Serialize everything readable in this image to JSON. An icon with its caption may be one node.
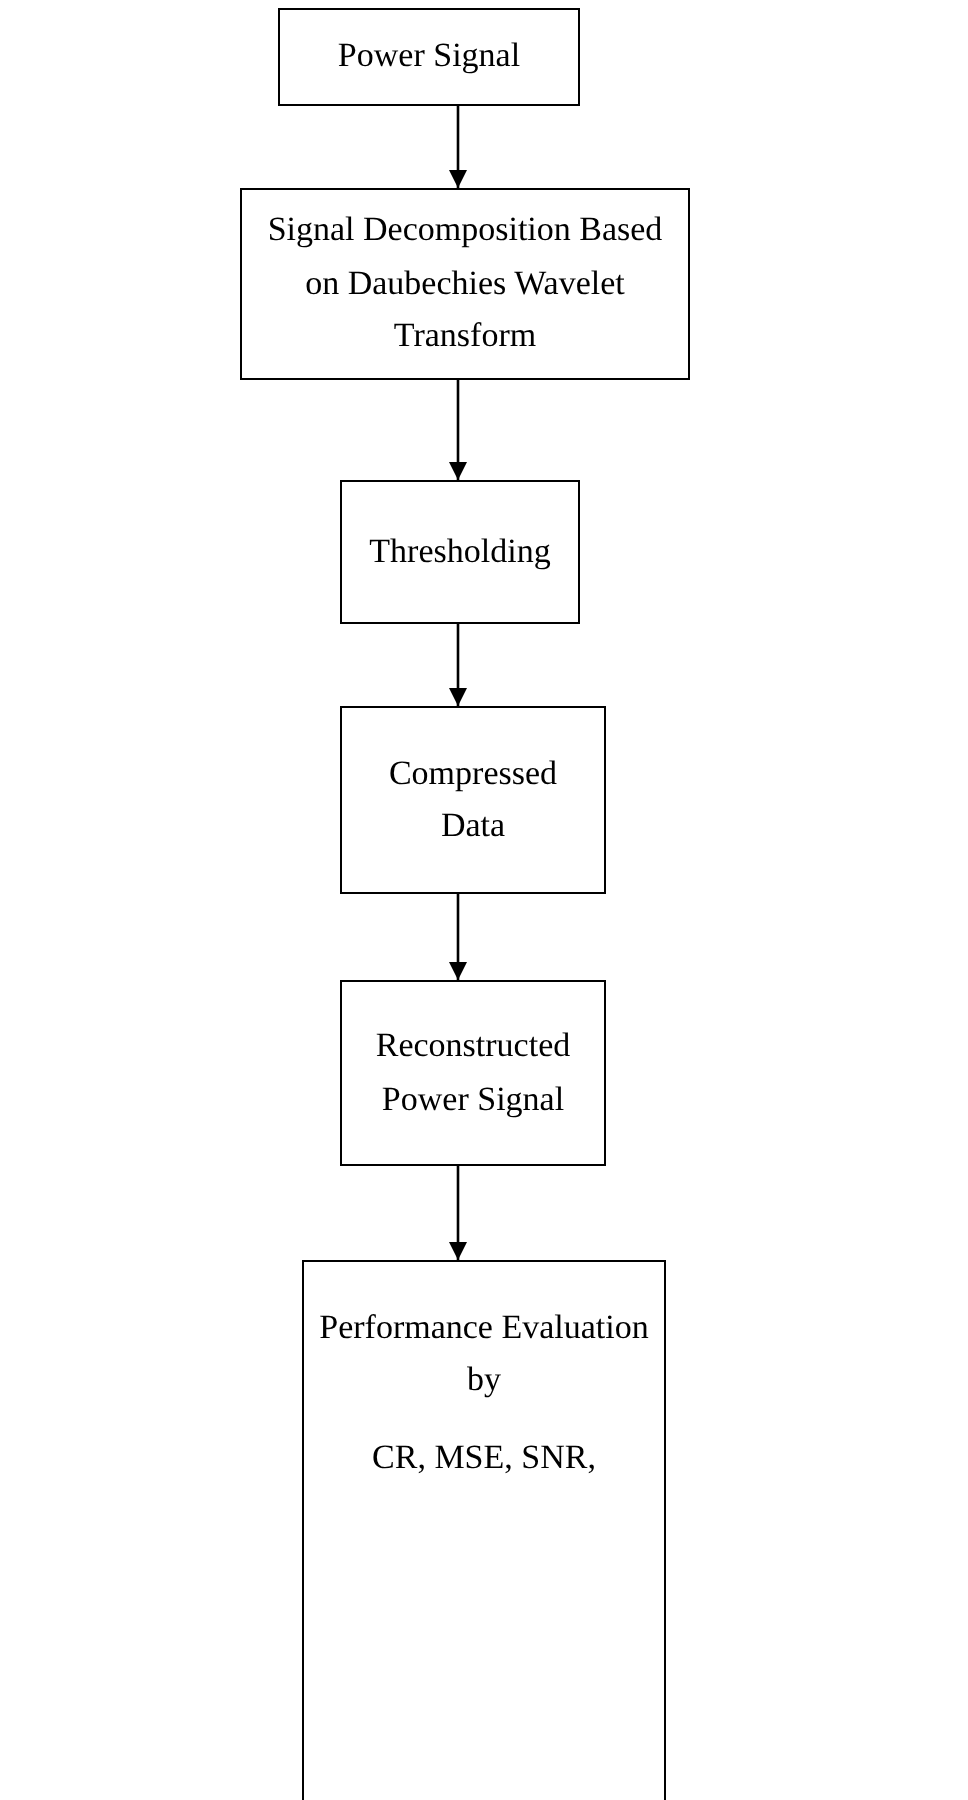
{
  "diagram": {
    "nodes": [
      {
        "text": [
          "Power Signal"
        ]
      },
      {
        "text": [
          "Signal Decomposition Based on Daubechies Wavelet Transform"
        ]
      },
      {
        "text": [
          "Thresholding"
        ]
      },
      {
        "text": [
          "Compressed Data"
        ]
      },
      {
        "text": [
          "Reconstructed Power Signal"
        ]
      },
      {
        "text": [
          "Performance Evaluation by",
          "CR, MSE, SNR,"
        ]
      }
    ],
    "edges": [
      {
        "from": 0,
        "to": 1,
        "arrow": "to"
      },
      {
        "from": 1,
        "to": 2,
        "arrow": "to"
      },
      {
        "from": 2,
        "to": 3,
        "arrow": "to"
      },
      {
        "from": 3,
        "to": 4,
        "arrow": "to"
      },
      {
        "from": 4,
        "to": 5,
        "arrow": "to"
      }
    ]
  }
}
